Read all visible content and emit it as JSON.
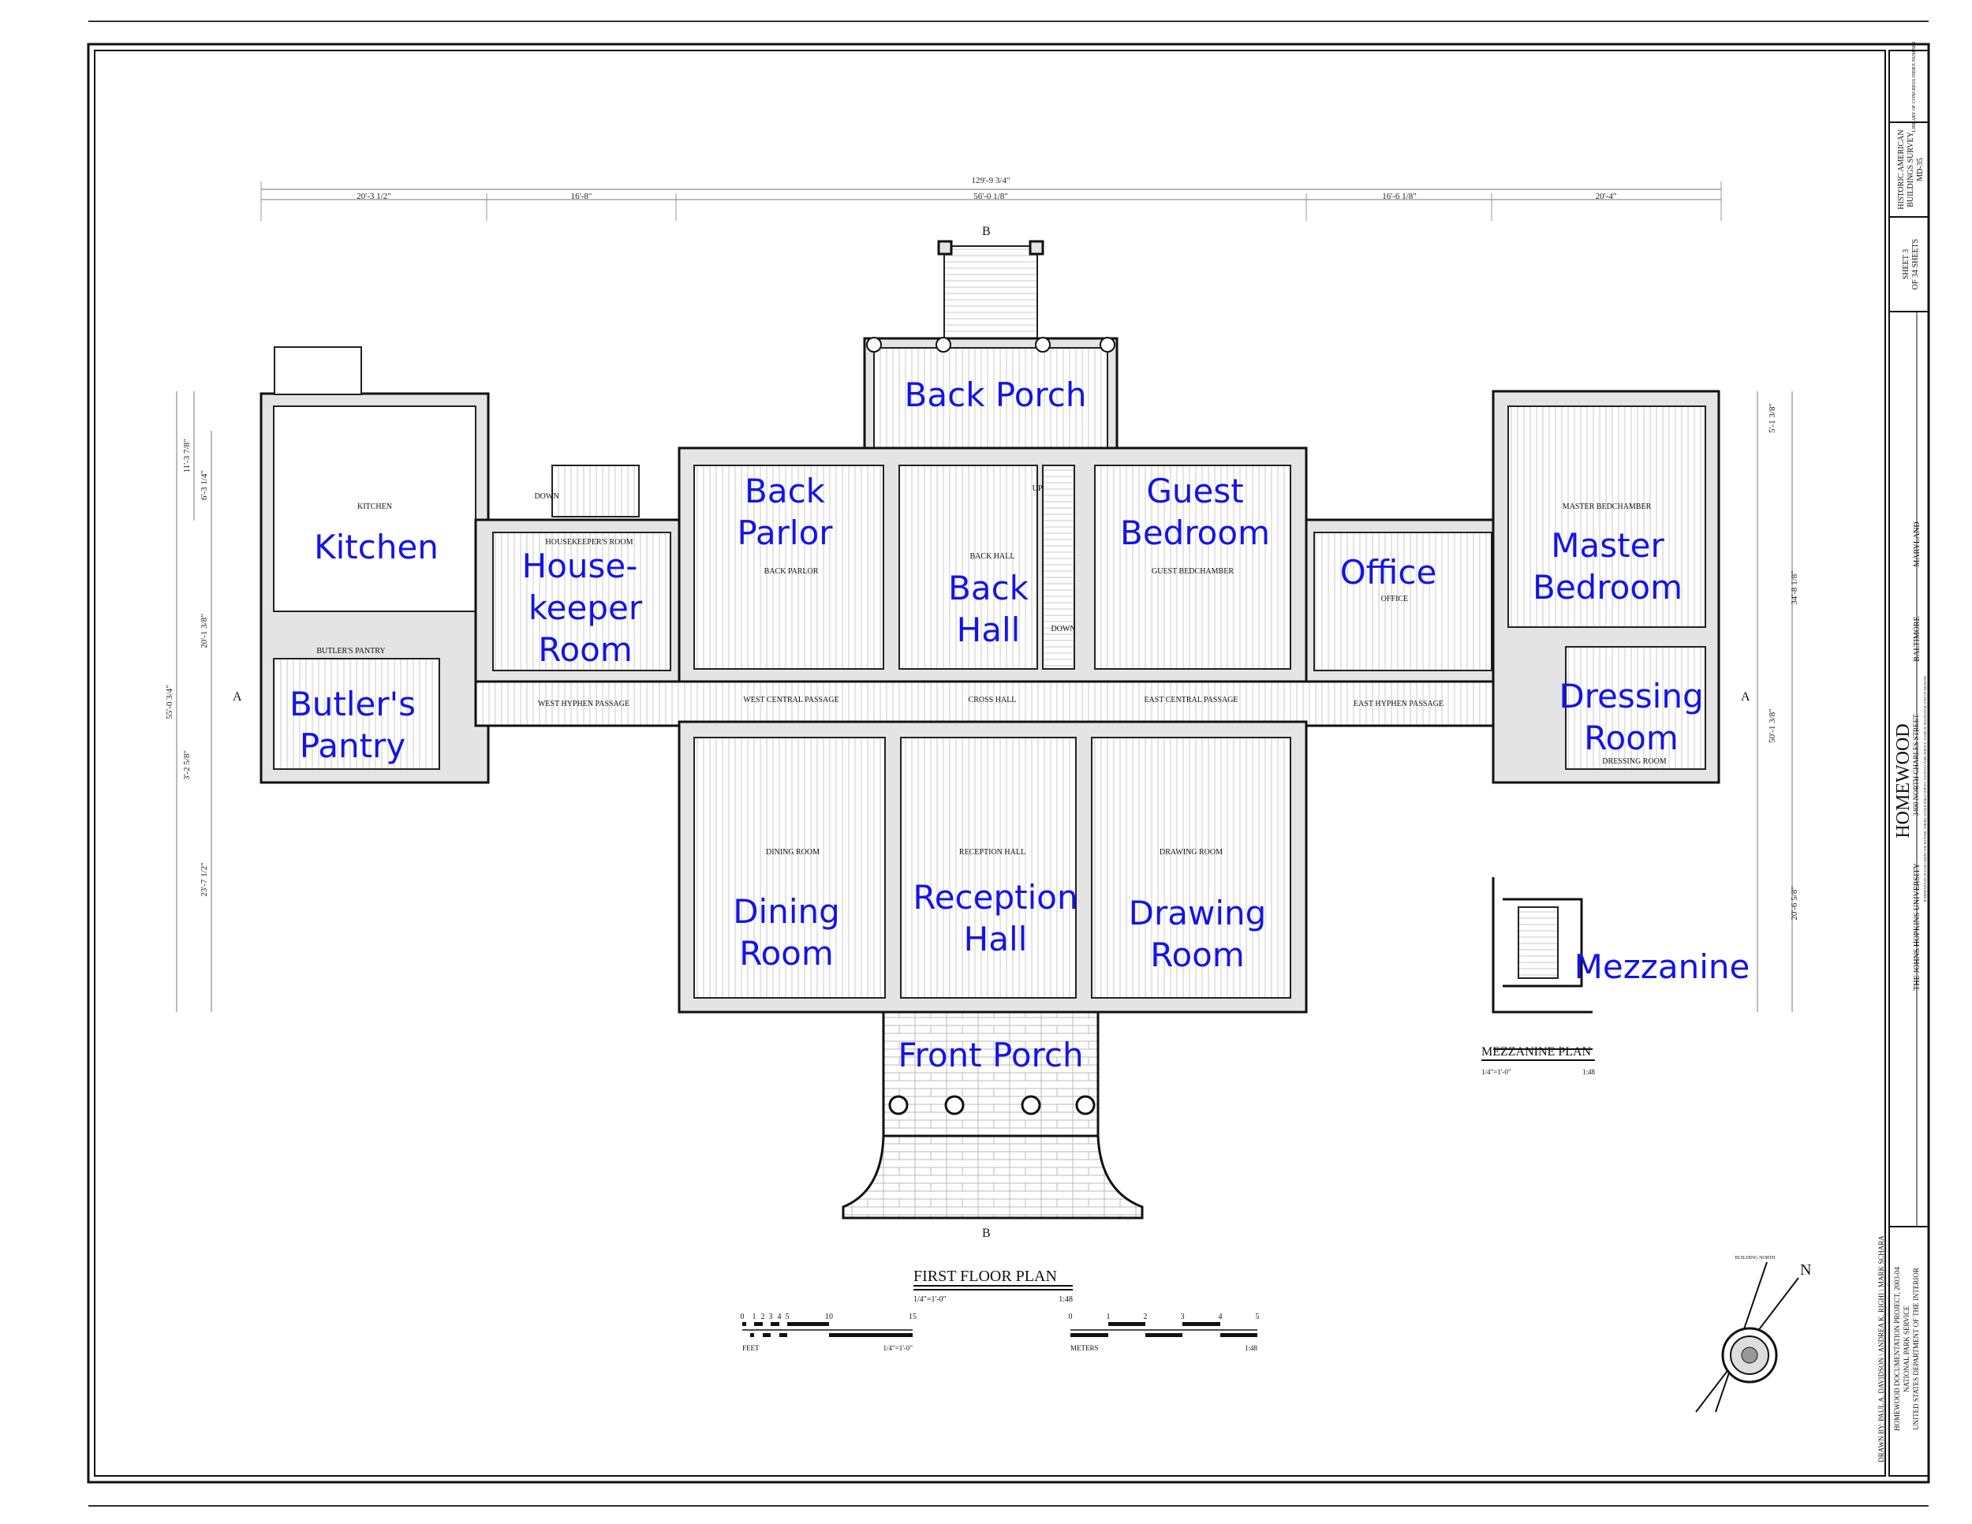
{
  "sheet": {
    "title": "FIRST FLOOR PLAN",
    "scale_imperial": "1/4\"=1'-0\"",
    "scale_ratio": "1:48",
    "mezzanine_title": "MEZZANINE PLAN"
  },
  "scale_bars": {
    "feet_ticks": [
      "0",
      "1",
      "2",
      "3",
      "4",
      "5",
      "10",
      "15"
    ],
    "feet_label": "FEET",
    "meter_ticks": [
      "0",
      "1",
      "2",
      "3",
      "4",
      "5"
    ],
    "meter_label": "METERS"
  },
  "dimensions": {
    "overall_width": "129'-9 3/4\"",
    "top_segments": [
      "20'-3 1/2\"",
      "16'-8\"",
      "56'-0 1/8\"",
      "16'-6 1/8\"",
      "20'-4\""
    ],
    "left_overall": "55'-0 3/4\"",
    "left_segments": [
      "11'-3 7/8\"",
      "6'-3 1/4\"",
      "20'-1 3/8\"",
      "3'-2 5/8\"",
      "23'-7 1/2\""
    ],
    "right_segments": [
      "5'-1 3/8\"",
      "34'-8 1/8\"",
      "50'-1 3/8\"",
      "20'-6 5/8\""
    ]
  },
  "section_marks": {
    "a": "A",
    "b": "B"
  },
  "rooms_small": {
    "kitchen": "KITCHEN",
    "housekeeper": "HOUSEKEEPER'S ROOM",
    "butler": "BUTLER'S PANTRY",
    "back_parlor": "BACK PARLOR",
    "back_hall": "BACK HALL",
    "guest": "GUEST BEDCHAMBER",
    "office": "OFFICE",
    "master": "MASTER BEDCHAMBER",
    "dressing": "DRESSING ROOM",
    "dining": "DINING ROOM",
    "reception": "RECEPTION HALL",
    "drawing": "DRAWING ROOM",
    "west_hyphen": "WEST HYPHEN PASSAGE",
    "west_central": "WEST CENTRAL PASSAGE",
    "cross_hall": "CROSS HALL",
    "east_central": "EAST CENTRAL PASSAGE",
    "east_hyphen": "EAST HYPHEN PASSAGE",
    "down": "DOWN",
    "up": "UP"
  },
  "rooms_annotated": {
    "back_porch": "Back Porch",
    "back_parlor": [
      "Back",
      "Parlor"
    ],
    "guest_bedroom": [
      "Guest",
      "Bedroom"
    ],
    "kitchen": "Kitchen",
    "housekeeper": [
      "House-",
      "keeper",
      "Room"
    ],
    "back_hall": [
      "Back",
      "Hall"
    ],
    "office": "Office",
    "master_bedroom": [
      "Master",
      "Bedroom"
    ],
    "butlers_pantry": [
      "Butler's",
      "Pantry"
    ],
    "dressing_room": [
      "Dressing",
      "Room"
    ],
    "dining_room": [
      "Dining",
      "Room"
    ],
    "reception_hall": [
      "Reception",
      "Hall"
    ],
    "drawing_room": [
      "Drawing",
      "Room"
    ],
    "mezzanine": "Mezzanine",
    "front_porch": "Front Porch"
  },
  "compass": {
    "north": "N",
    "label": "BUILDING NORTH"
  },
  "title_block": {
    "loc_index": "LIBRARY OF CONGRESS INDEX NUMBER",
    "survey": [
      "HISTORIC AMERICAN",
      "BUILDINGS SURVEY",
      "MD-35"
    ],
    "sheet": [
      "SHEET 3",
      "OF 34 SHEETS"
    ],
    "building": "HOMEWOOD",
    "address": "3400 NORTH CHARLES STREET",
    "city": "BALTIMORE",
    "state": "MARYLAND",
    "owner": "THE JOHNS HOPKINS UNIVERSITY",
    "credit": "IF REPRODUCED, PLEASE CREDIT THE HISTORIC AMERICAN BUILDINGS SURVEY, NATIONAL PARK SERVICE, NAME OF DELINEATOR, DATE OF DRAWING",
    "drawn_by": "DRAWN BY: PAUL A. DAVIDSON \\ ANDREA K. RIGHI \\ MARK SCHARA",
    "project": [
      "HOMEWOOD DOCUMENTATION PROJECT, 2003-04",
      "NATIONAL PARK SERVICE",
      "UNITED STATES DEPARTMENT OF THE INTERIOR"
    ]
  },
  "colors": {
    "annotation": "#1414e6",
    "line": "#111111"
  }
}
